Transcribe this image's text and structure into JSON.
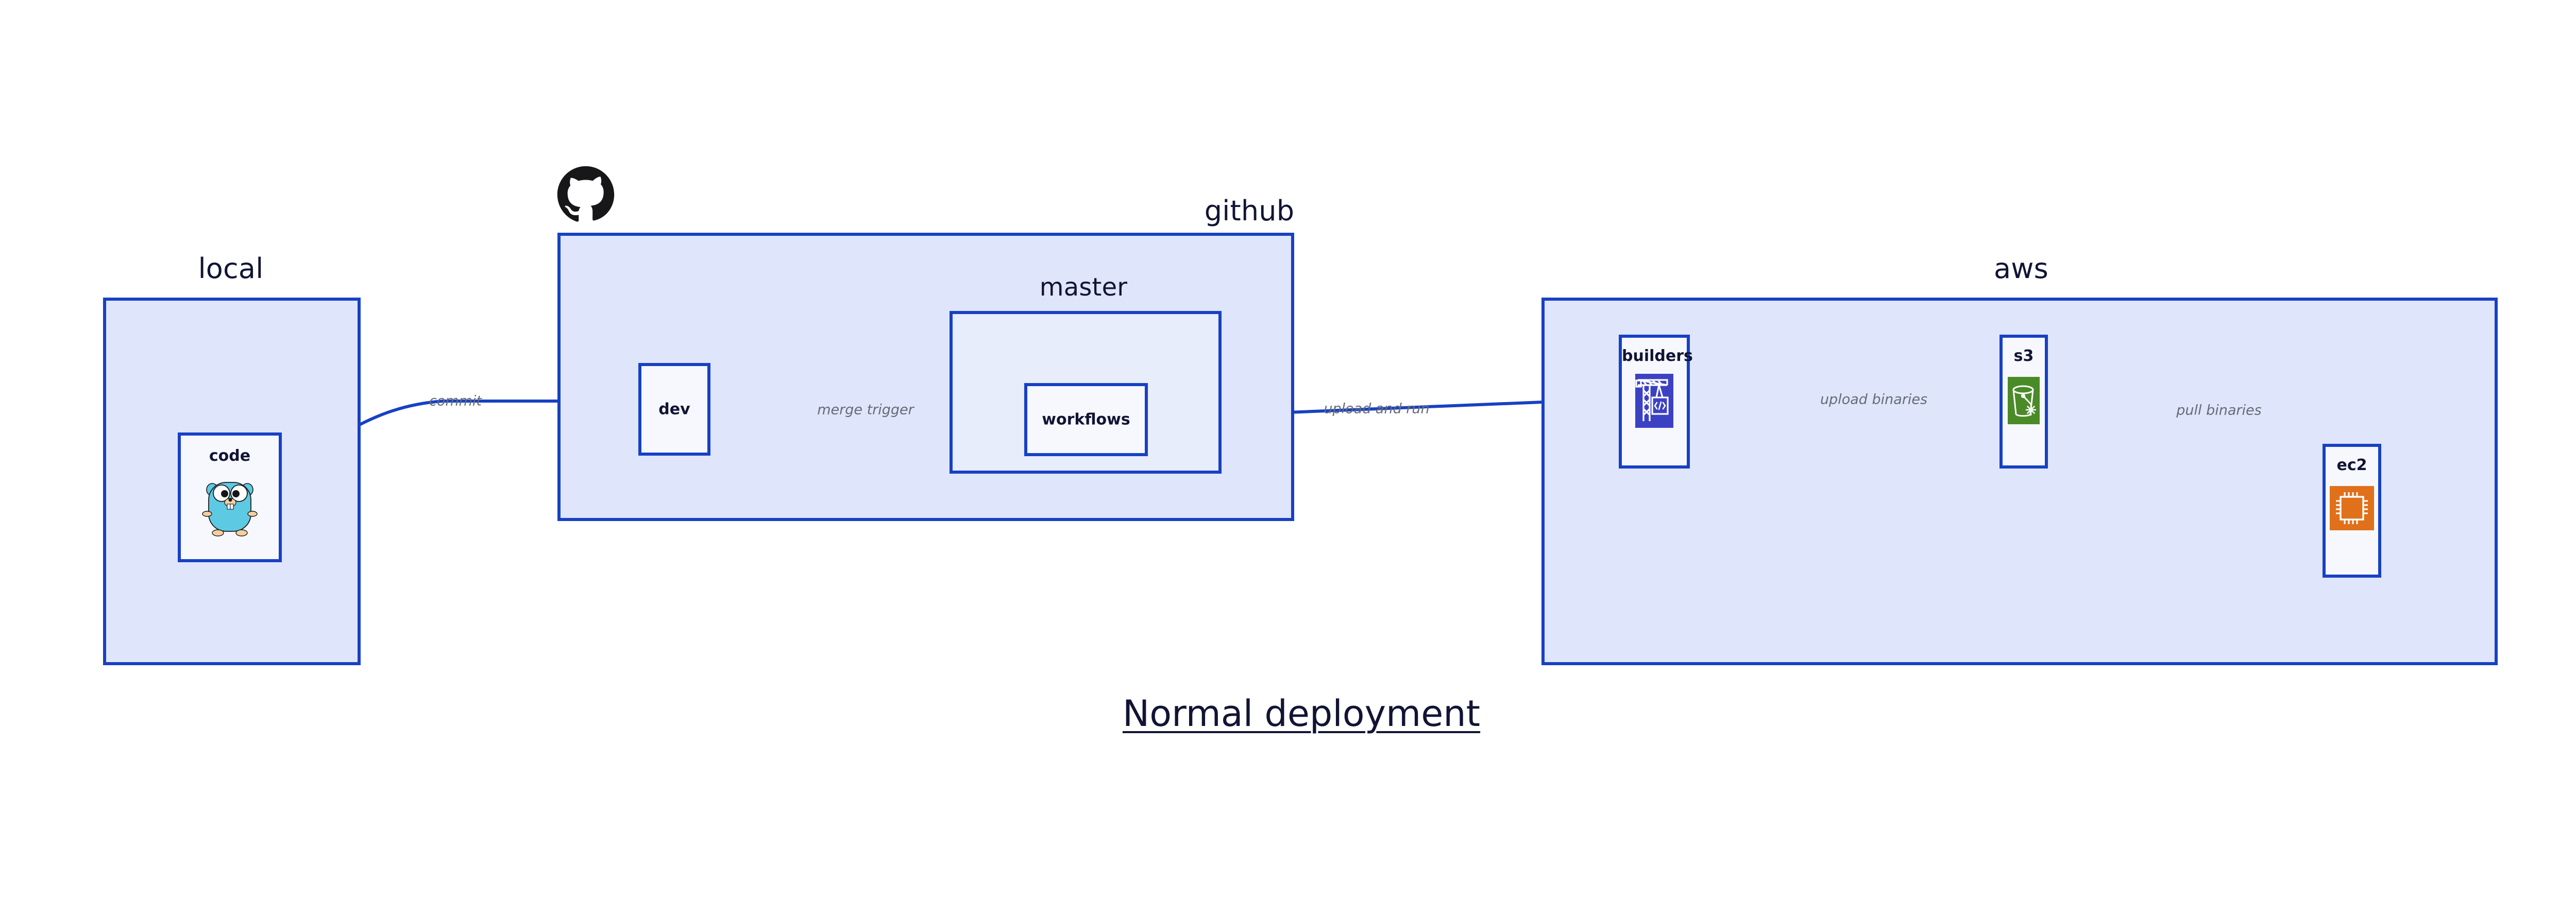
{
  "diagram": {
    "title": "Normal deployment",
    "colors": {
      "group_fill": "#dfe5fa",
      "sub_fill": "#e8edfb",
      "node_fill": "#e9eefb",
      "node_fill_light": "#f6f8fe",
      "border_blue": "#1741c4",
      "edge_blue": "#1741c4",
      "label_gray": "#676b78",
      "text_navy": "#121435",
      "builders_icon": "#3c41c4",
      "s3_icon": "#4a8b28",
      "ec2_icon": "#e0701a",
      "gopher_body": "#5dc9e2",
      "github_black": "#17171a"
    },
    "groups": [
      {
        "id": "local",
        "label": "local"
      },
      {
        "id": "github",
        "label": "github"
      },
      {
        "id": "aws",
        "label": "aws"
      }
    ],
    "subgroups": [
      {
        "id": "master",
        "label": "master",
        "parent": "github"
      }
    ],
    "nodes": [
      {
        "id": "code",
        "label": "code",
        "group": "local",
        "icon": "go-gopher-icon"
      },
      {
        "id": "dev",
        "label": "dev",
        "group": "github",
        "icon": ""
      },
      {
        "id": "workflows",
        "label": "workflows",
        "group": "master",
        "icon": ""
      },
      {
        "id": "builders",
        "label": "builders",
        "group": "aws",
        "icon": "aws-builders-crane-icon"
      },
      {
        "id": "s3",
        "label": "s3",
        "group": "aws",
        "icon": "aws-s3-bucket-icon"
      },
      {
        "id": "ec2",
        "label": "ec2",
        "group": "aws",
        "icon": "aws-ec2-chip-icon"
      }
    ],
    "edges": [
      {
        "id": "commit",
        "from": "code",
        "to": "dev",
        "label": "commit"
      },
      {
        "id": "merge-trigger",
        "from": "dev",
        "to": "workflows",
        "label": "merge trigger"
      },
      {
        "id": "upload-and-run",
        "from": "workflows",
        "to": "builders",
        "label": "upload and run"
      },
      {
        "id": "upload-binaries",
        "from": "builders",
        "to": "s3",
        "label": "upload binaries"
      },
      {
        "id": "pull-binaries",
        "from": "s3",
        "to": "ec2",
        "label": "pull binaries"
      }
    ],
    "logos": [
      {
        "id": "github-logo",
        "name": "github-octocat-icon"
      }
    ]
  }
}
